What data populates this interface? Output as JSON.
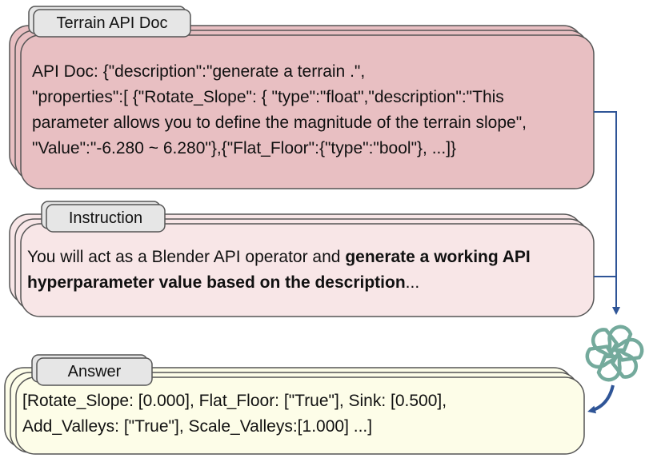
{
  "terrain_doc": {
    "tab_label": "Terrain API Doc",
    "lines": [
      "API Doc: {\"description\":\"generate a terrain .\",",
      "\"properties\":[ {\"Rotate_Slope\": { \"type\":\"float\",\"description\":\"This",
      "parameter allows you to define the magnitude of the terrain slope\",",
      "\"Value\":\"-6.280 ~ 6.280\"},{\"Flat_Floor\":{\"type\":\"bool\"}, ...]}"
    ],
    "fill_color": "#e8bfc2"
  },
  "instruction": {
    "tab_label": "Instruction",
    "line1_plain": "You will act as a Blender API operator and ",
    "line1_bold": "generate a working API",
    "line2_bold": "hyperparameter value based on the description",
    "line2_plain": "...",
    "fill_color": "#f8e6e7"
  },
  "answer": {
    "tab_label": "Answer",
    "lines": [
      "[Rotate_Slope: [0.000], Flat_Floor: [\"True\"], Sink: [0.500],",
      "Add_Valleys: [\"True\"], Scale_Valleys:[1.000] ...]"
    ],
    "fill_color": "#fdfde8"
  },
  "model_icon": {
    "icon": "openai-logo-icon",
    "color": "#74aa9c"
  },
  "colors": {
    "arrow": "#2f5597",
    "tab_fill": "#e6e6e6",
    "border": "#555555"
  }
}
